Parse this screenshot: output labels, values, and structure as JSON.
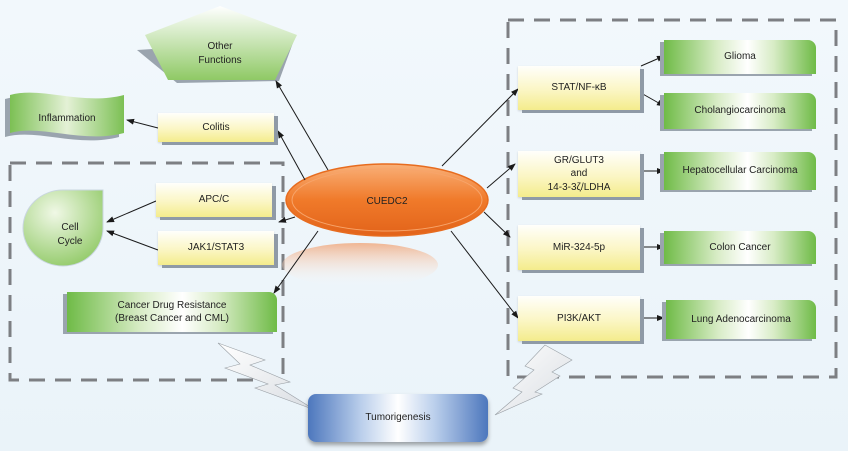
{
  "diagram": {
    "center": {
      "label": "CUEDC2"
    },
    "top_nodes": {
      "other_functions": "Other\nFunctions",
      "inflammation": "Inflammation",
      "colitis": "Colitis"
    },
    "left_group": {
      "cell_cycle": "Cell\nCycle",
      "apcc": "APC/C",
      "jak1_stat3": "JAK1/STAT3",
      "drug_resistance": "Cancer Drug Resistance\n(Breast Cancer and  CML)"
    },
    "right_group": {
      "pathways": [
        {
          "label": "STAT/NF-κB"
        },
        {
          "label": "GR/GLUT3\nand\n14-3-3ζ/LDHA"
        },
        {
          "label": "MiR-324-5p"
        },
        {
          "label": "PI3K/AKT"
        }
      ],
      "cancers": [
        {
          "label": "Glioma"
        },
        {
          "label": "Cholangiocarcinoma"
        },
        {
          "label": "Hepatocellular  Carcinoma"
        },
        {
          "label": "Colon  Cancer"
        },
        {
          "label": "Lung  Adenocarcinoma"
        }
      ]
    },
    "bottom": {
      "tumorigenesis": "Tumorigenesis"
    },
    "colors": {
      "center_orange": "#f07a2a",
      "pathway_yellow": "#f6ee98",
      "outcome_green": "#6fbb47",
      "tumorigenesis_blue": "#4d77bd",
      "dashed_border": "#7d7f83"
    }
  }
}
